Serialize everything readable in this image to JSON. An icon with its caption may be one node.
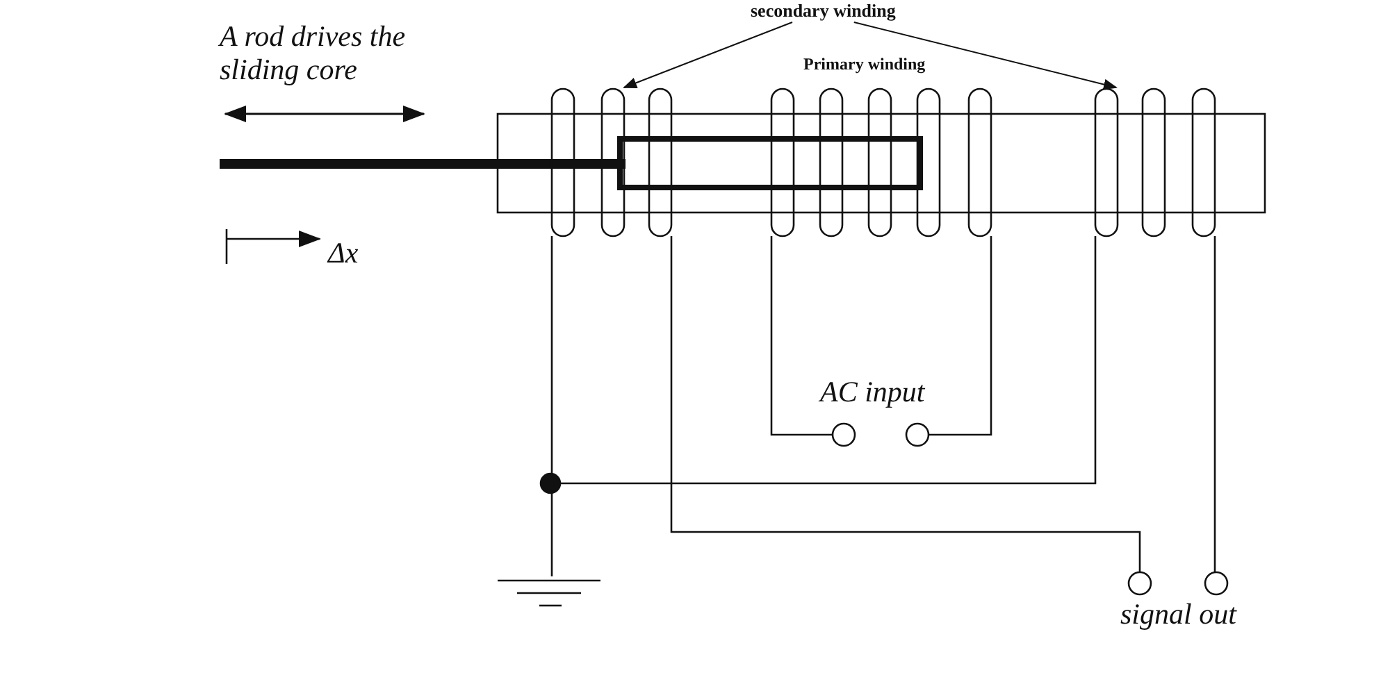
{
  "diagram": {
    "nodes": [
      {
        "text": [
          "secondary winding"
        ]
      },
      {
        "text": [],
        "shape": "coil"
      },
      {
        "text": [],
        "shape": "coil"
      }
    ],
    "edges": [
      {
        "from": 0,
        "to": 1,
        "arrow": "to"
      },
      {
        "from": 0,
        "to": 2,
        "arrow": "to"
      }
    ],
    "labels": [
      "A rod drives the sliding core",
      "Primary winding",
      "Δx",
      "AC input",
      "signal out"
    ]
  }
}
